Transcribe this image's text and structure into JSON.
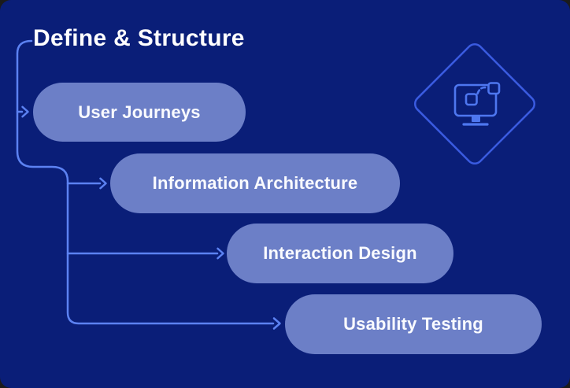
{
  "card": {
    "title": "Define & Structure"
  },
  "flow": {
    "nodes": [
      {
        "label": "User Journeys"
      },
      {
        "label": "Information Architecture"
      },
      {
        "label": "Interaction Design"
      },
      {
        "label": "Usability Testing"
      }
    ]
  },
  "icons": [
    {
      "name": "diamond-outline-icon"
    },
    {
      "name": "monitor-prototype-icon"
    }
  ],
  "colors": {
    "outer_bg": "#1B1B1B",
    "card_bg": "#0A1E78",
    "node_fill": "#6C7FC7",
    "node_text": "#FAFBFF",
    "title_text": "#FFFFFF",
    "connector": "#5C82F2",
    "diamond_stroke": "#3A5BE0",
    "monitor_stroke": "#4E77F0"
  }
}
